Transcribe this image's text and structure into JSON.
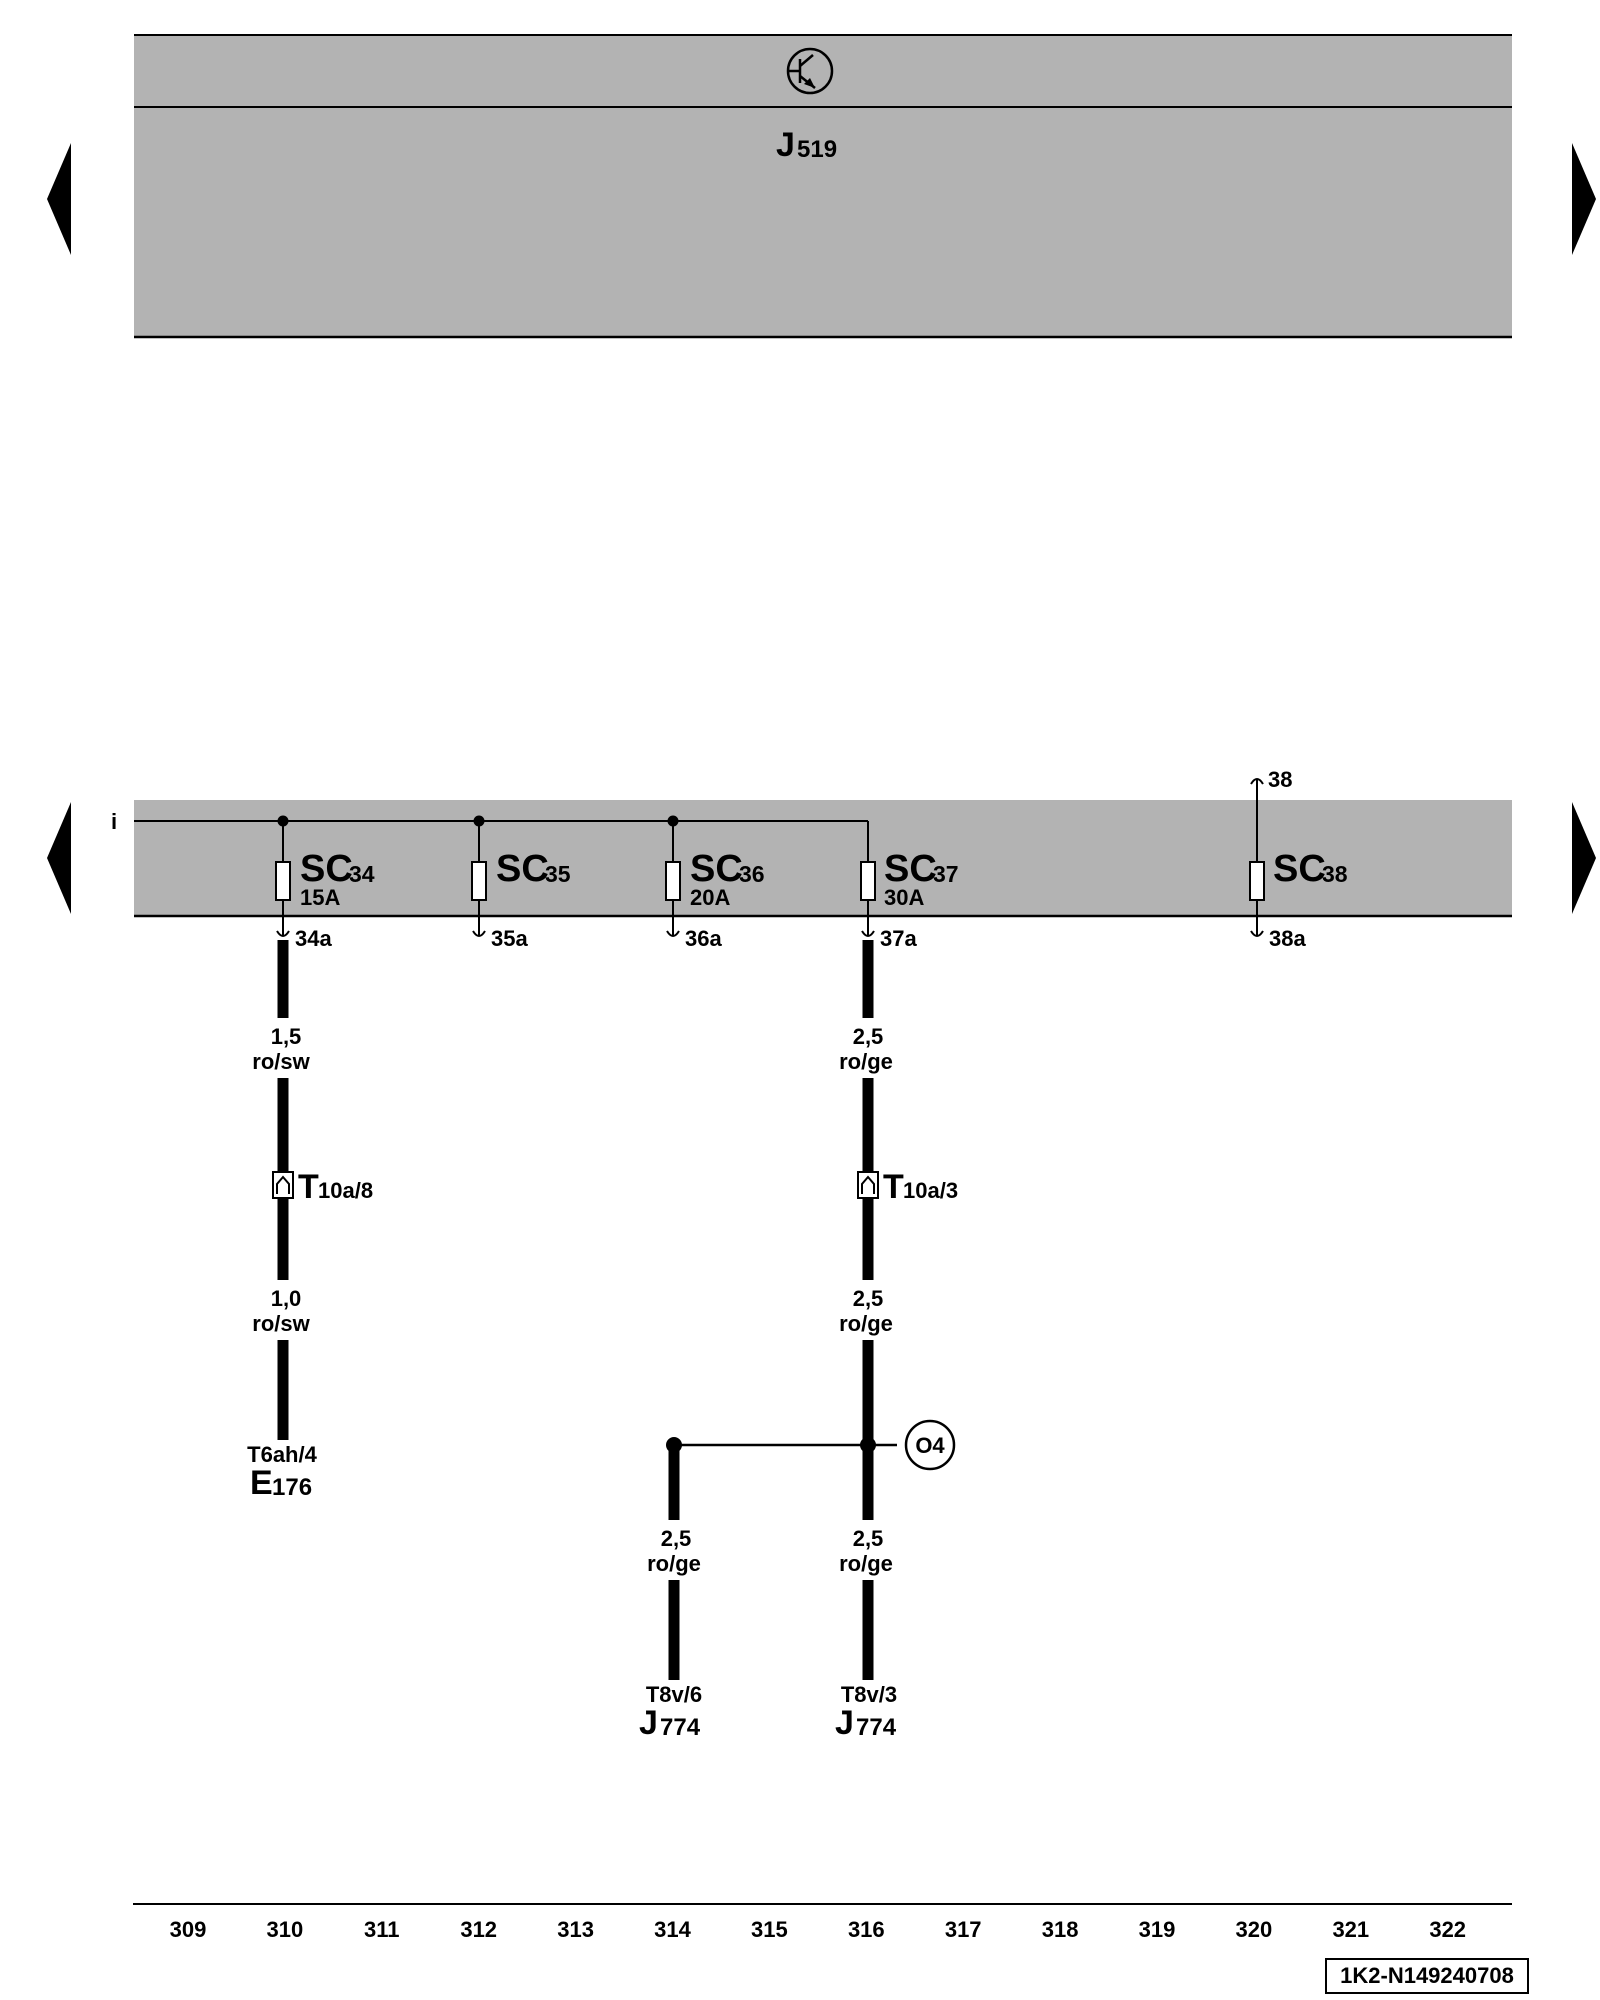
{
  "control_unit": {
    "letter": "J",
    "number": "519",
    "icon": "transistor-icon"
  },
  "nav": {
    "left_arrow": "arrow-left-icon",
    "right_arrow": "arrow-right-icon"
  },
  "bus": {
    "label": "i"
  },
  "fuses": [
    {
      "id": "34",
      "name": "SC",
      "rating": "15A",
      "out": "34a"
    },
    {
      "id": "35",
      "name": "SC",
      "rating": "",
      "out": "35a"
    },
    {
      "id": "36",
      "name": "SC",
      "rating": "20A",
      "out": "36a"
    },
    {
      "id": "37",
      "name": "SC",
      "rating": "30A",
      "out": "37a"
    },
    {
      "id": "38",
      "name": "SC",
      "rating": "",
      "in": "38",
      "out": "38a"
    }
  ],
  "wires": {
    "w310a": {
      "size": "1,5",
      "color": "ro/sw"
    },
    "w310b": {
      "size": "1,0",
      "color": "ro/sw"
    },
    "w316a": {
      "size": "2,5",
      "color": "ro/ge"
    },
    "w316b": {
      "size": "2,5",
      "color": "ro/ge"
    },
    "w316c": {
      "size": "2,5",
      "color": "ro/ge"
    },
    "w314": {
      "size": "2,5",
      "color": "ro/ge"
    }
  },
  "connectors": {
    "c310": {
      "letter": "T",
      "sub": "10a/8"
    },
    "c316": {
      "letter": "T",
      "sub": "10a/3"
    }
  },
  "terminals": {
    "e176": {
      "pin": "T6ah/4",
      "letter": "E",
      "number": "176"
    },
    "j774a": {
      "pin": "T8v/6",
      "letter": "J",
      "number": "774"
    },
    "j774b": {
      "pin": "T8v/3",
      "letter": "J",
      "number": "774"
    }
  },
  "splice": {
    "label": "O4"
  },
  "track_numbers": [
    "309",
    "310",
    "311",
    "312",
    "313",
    "314",
    "315",
    "316",
    "317",
    "318",
    "319",
    "320",
    "321",
    "322"
  ],
  "doc_id": "1K2-N149240708"
}
